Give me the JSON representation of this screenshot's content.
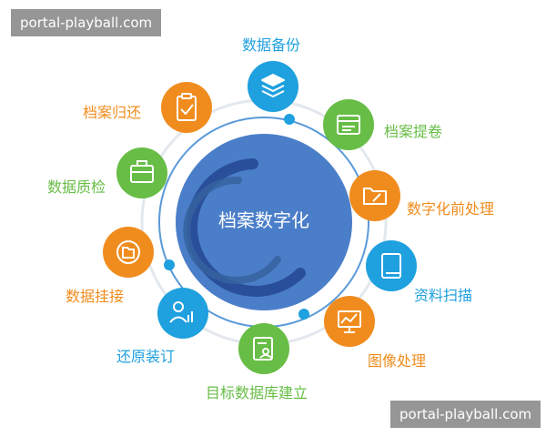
{
  "watermark_top": "portal-playball.com",
  "watermark_bottom": "portal-playball.com",
  "center": {
    "title": "档案数字化",
    "color": "#4a7ec9"
  },
  "colors": {
    "orange": "#f08c1e",
    "green": "#67bd45",
    "blue": "#1fa0df",
    "ring": "#5a9ad8"
  },
  "nodes": [
    {
      "label": "数据备份",
      "icon": "stack-layers-icon",
      "color": "#1fa0df"
    },
    {
      "label": "档案提卷",
      "icon": "calendar-icon",
      "color": "#67bd45"
    },
    {
      "label": "数字化前处理",
      "icon": "folder-edit-icon",
      "color": "#f08c1e"
    },
    {
      "label": "资料扫描",
      "icon": "book-icon",
      "color": "#1fa0df"
    },
    {
      "label": "图像处理",
      "icon": "monitor-chart-icon",
      "color": "#f08c1e"
    },
    {
      "label": "目标数据库建立",
      "icon": "profile-document-icon",
      "color": "#67bd45"
    },
    {
      "label": "还原装订",
      "icon": "user-stats-icon",
      "color": "#1fa0df"
    },
    {
      "label": "数据挂接",
      "icon": "folder-link-icon",
      "color": "#f08c1e"
    },
    {
      "label": "数据质检",
      "icon": "briefcase-icon",
      "color": "#67bd45"
    },
    {
      "label": "档案归还",
      "icon": "clipboard-check-icon",
      "color": "#f08c1e"
    }
  ]
}
